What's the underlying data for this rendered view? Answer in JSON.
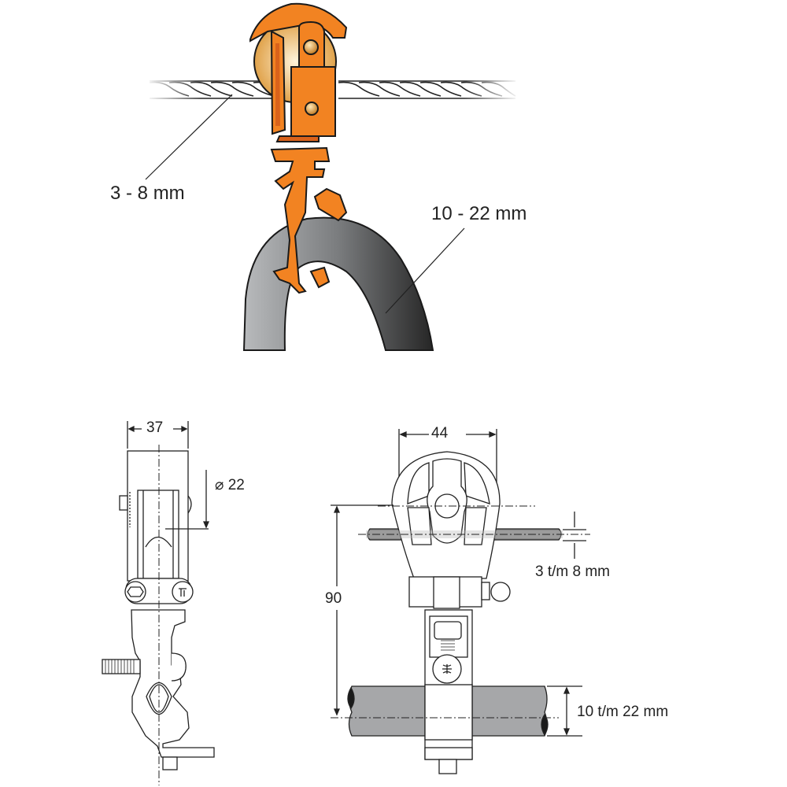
{
  "colors": {
    "orange": "#F28322",
    "orange_dark": "#D9621B",
    "cable_light": "#B4B6B8",
    "cable_dark": "#2B2B2B",
    "line": "#222222",
    "pipe": "#A6A7A9"
  },
  "perspective_view": {
    "labels": {
      "wire_range": "3 - 8 mm",
      "cable_range": "10 - 22 mm"
    }
  },
  "side_view": {
    "dimensions": {
      "width": "37",
      "diameter": "⌀ 22"
    }
  },
  "front_view": {
    "dimensions": {
      "width": "44",
      "height": "90",
      "wire_range": "3 t/m 8 mm",
      "cable_range": "10 t/m 22 mm"
    }
  }
}
